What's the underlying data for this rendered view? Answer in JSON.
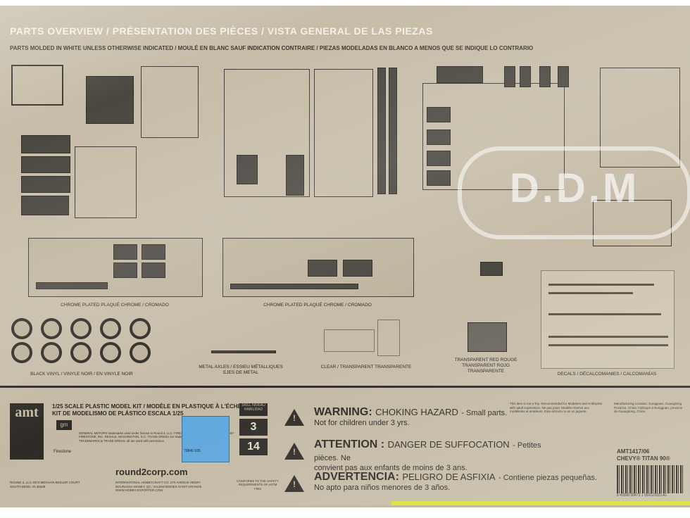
{
  "header": {
    "title": "PARTS OVERVIEW / PRÉSENTATION DES PIÈCES / VISTA GENERAL DE LAS PIEZAS",
    "molded": "PARTS MOLDED IN WHITE UNLESS OTHERWISE INDICATED / MOULÉ EN BLANC SAUF INDICATION CONTRAIRE / PIEZAS MODELADAS EN BLANCO A MENOS QUE SE INDIQUE LO CONTRARIO"
  },
  "labels": {
    "chrome_left": "CHROME PLATED PLAQUÉ CHROME / CROMADO",
    "chrome_right": "CHROME PLATED PLAQUÉ CHROME / CROMADO",
    "vinyl": "BLACK VINYL / VINYLE NOIR / EN VINYLE NOIR",
    "metal_axles": "METAL AXLES / ESSIEU MÉTALLIQUES EJES DE METAL",
    "clear": "CLEAR / TRANSPARENT TRANSPARENTE",
    "transparent_red": "TRANSPARENT RED ROUGE TRANSPARENT ROJO TRANSPARENTE",
    "decals": "DECALS / DÉCALCOMANIES / CALCOMANÍAS"
  },
  "footer": {
    "logo": "amt",
    "kit_line1": "1/25 SCALE PLASTIC MODEL KIT / MODÈLE EN PLASTIQUE À L'ÉCHELLE 1/25",
    "kit_line2": "KIT DE MODELISMO DE PLÁSTICO ESCALA 1/25",
    "gm": "gm",
    "firestone": "Firestone",
    "legal": "GENERAL MOTORS trademarks used under license to Round 2, LLC. FIRESTONE TRADEMARKS LICENSED BY FIRESTONE, INC. RESALE, WASHINGTON, D.C. TRADE DRESS are trademarks of Bridgestone Brands. TRADEMARKS & TRADE DRESS, all are used with permission.",
    "qr_code": "70846 935",
    "skill_label": "SKILL NIVEAU HABILIDAD",
    "skill_level": "3",
    "age": "14",
    "url": "round2corp.com",
    "warning_title": "WARNING:",
    "warning_hazard": "CHOKING HAZARD",
    "warning_small": "- Small parts.",
    "warning_line2": "Not for children under 3 yrs.",
    "attention_title": "ATTENTION :",
    "attention_hazard": "DANGER DE SUFFOCATION",
    "attention_small": "- Petites pièces. Ne",
    "attention_line2": "convient pas aux enfants de moins de 3 ans.",
    "advertencia_title": "ADVERTENCIA:",
    "advertencia_hazard": "PELIGRO DE ASFIXIA",
    "advertencia_small": "- Contiene piezas pequeñas.",
    "advertencia_line2": "No apto para niños menores de 3 años.",
    "address_left": "ROUND 2, LLC 4073 MEGHAN BEELER COURT SOUTH BEND, IN 46628",
    "address_mid": "INTERNATIONAL HOBBYCRAFT CO. 270 AVENUE HENRI-BOURASSA MANEY, QC, VALENCIENNES SAINT-GRANDE WWW.HOBBY-EXPORTER.COM",
    "compliance": "CONFORMS TO THE SAFETY REQUIREMENTS OF ASTM F963",
    "right_text": "This item is not a Toy. Recommended for Modelers and Hobbyists with adult supervision. Ne pas jouer. Modèle réservé aux modélistes et amateurs. Este artículo no es un juguete.",
    "manufacturing": "Manufacturing Location: Dongguan, Guangdong Province, China. Fabriqué à Dongguan, province de Guangdong, Chine.",
    "product_code": "AMT1417/06",
    "product_name": "CHEVY® TITAN 90®",
    "barcode_number": "8 49398 08473 1",
    "date": "05/21/2023 A1"
  },
  "watermark": "D.D.M"
}
